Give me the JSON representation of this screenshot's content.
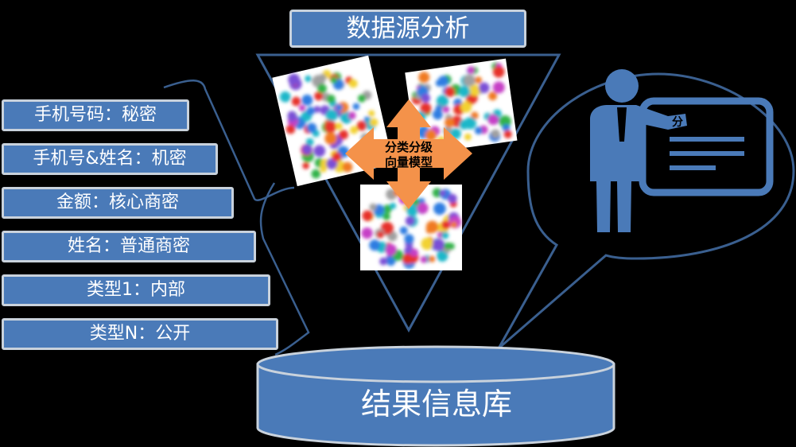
{
  "title": "数据源分析",
  "classification_labels": [
    "手机号码：秘密",
    "手机号&姓名：机密",
    "金额：核心商密",
    "姓名：普通商密",
    "类型1：内部",
    "类型N：公开"
  ],
  "center_model": {
    "line1": "分类分级",
    "line2": "向量模型"
  },
  "database_label": "结果信息库",
  "presenter_slide_text": "分",
  "colors": {
    "background": "#000000",
    "box_fill": "#4a7ab8",
    "box_border": "#c9d2dc",
    "outline": "#3a5f8f",
    "arrow": "#f4924a",
    "person": "#4a7ab8"
  },
  "icons": [
    "presenter-icon",
    "molecule-cluster-image"
  ]
}
